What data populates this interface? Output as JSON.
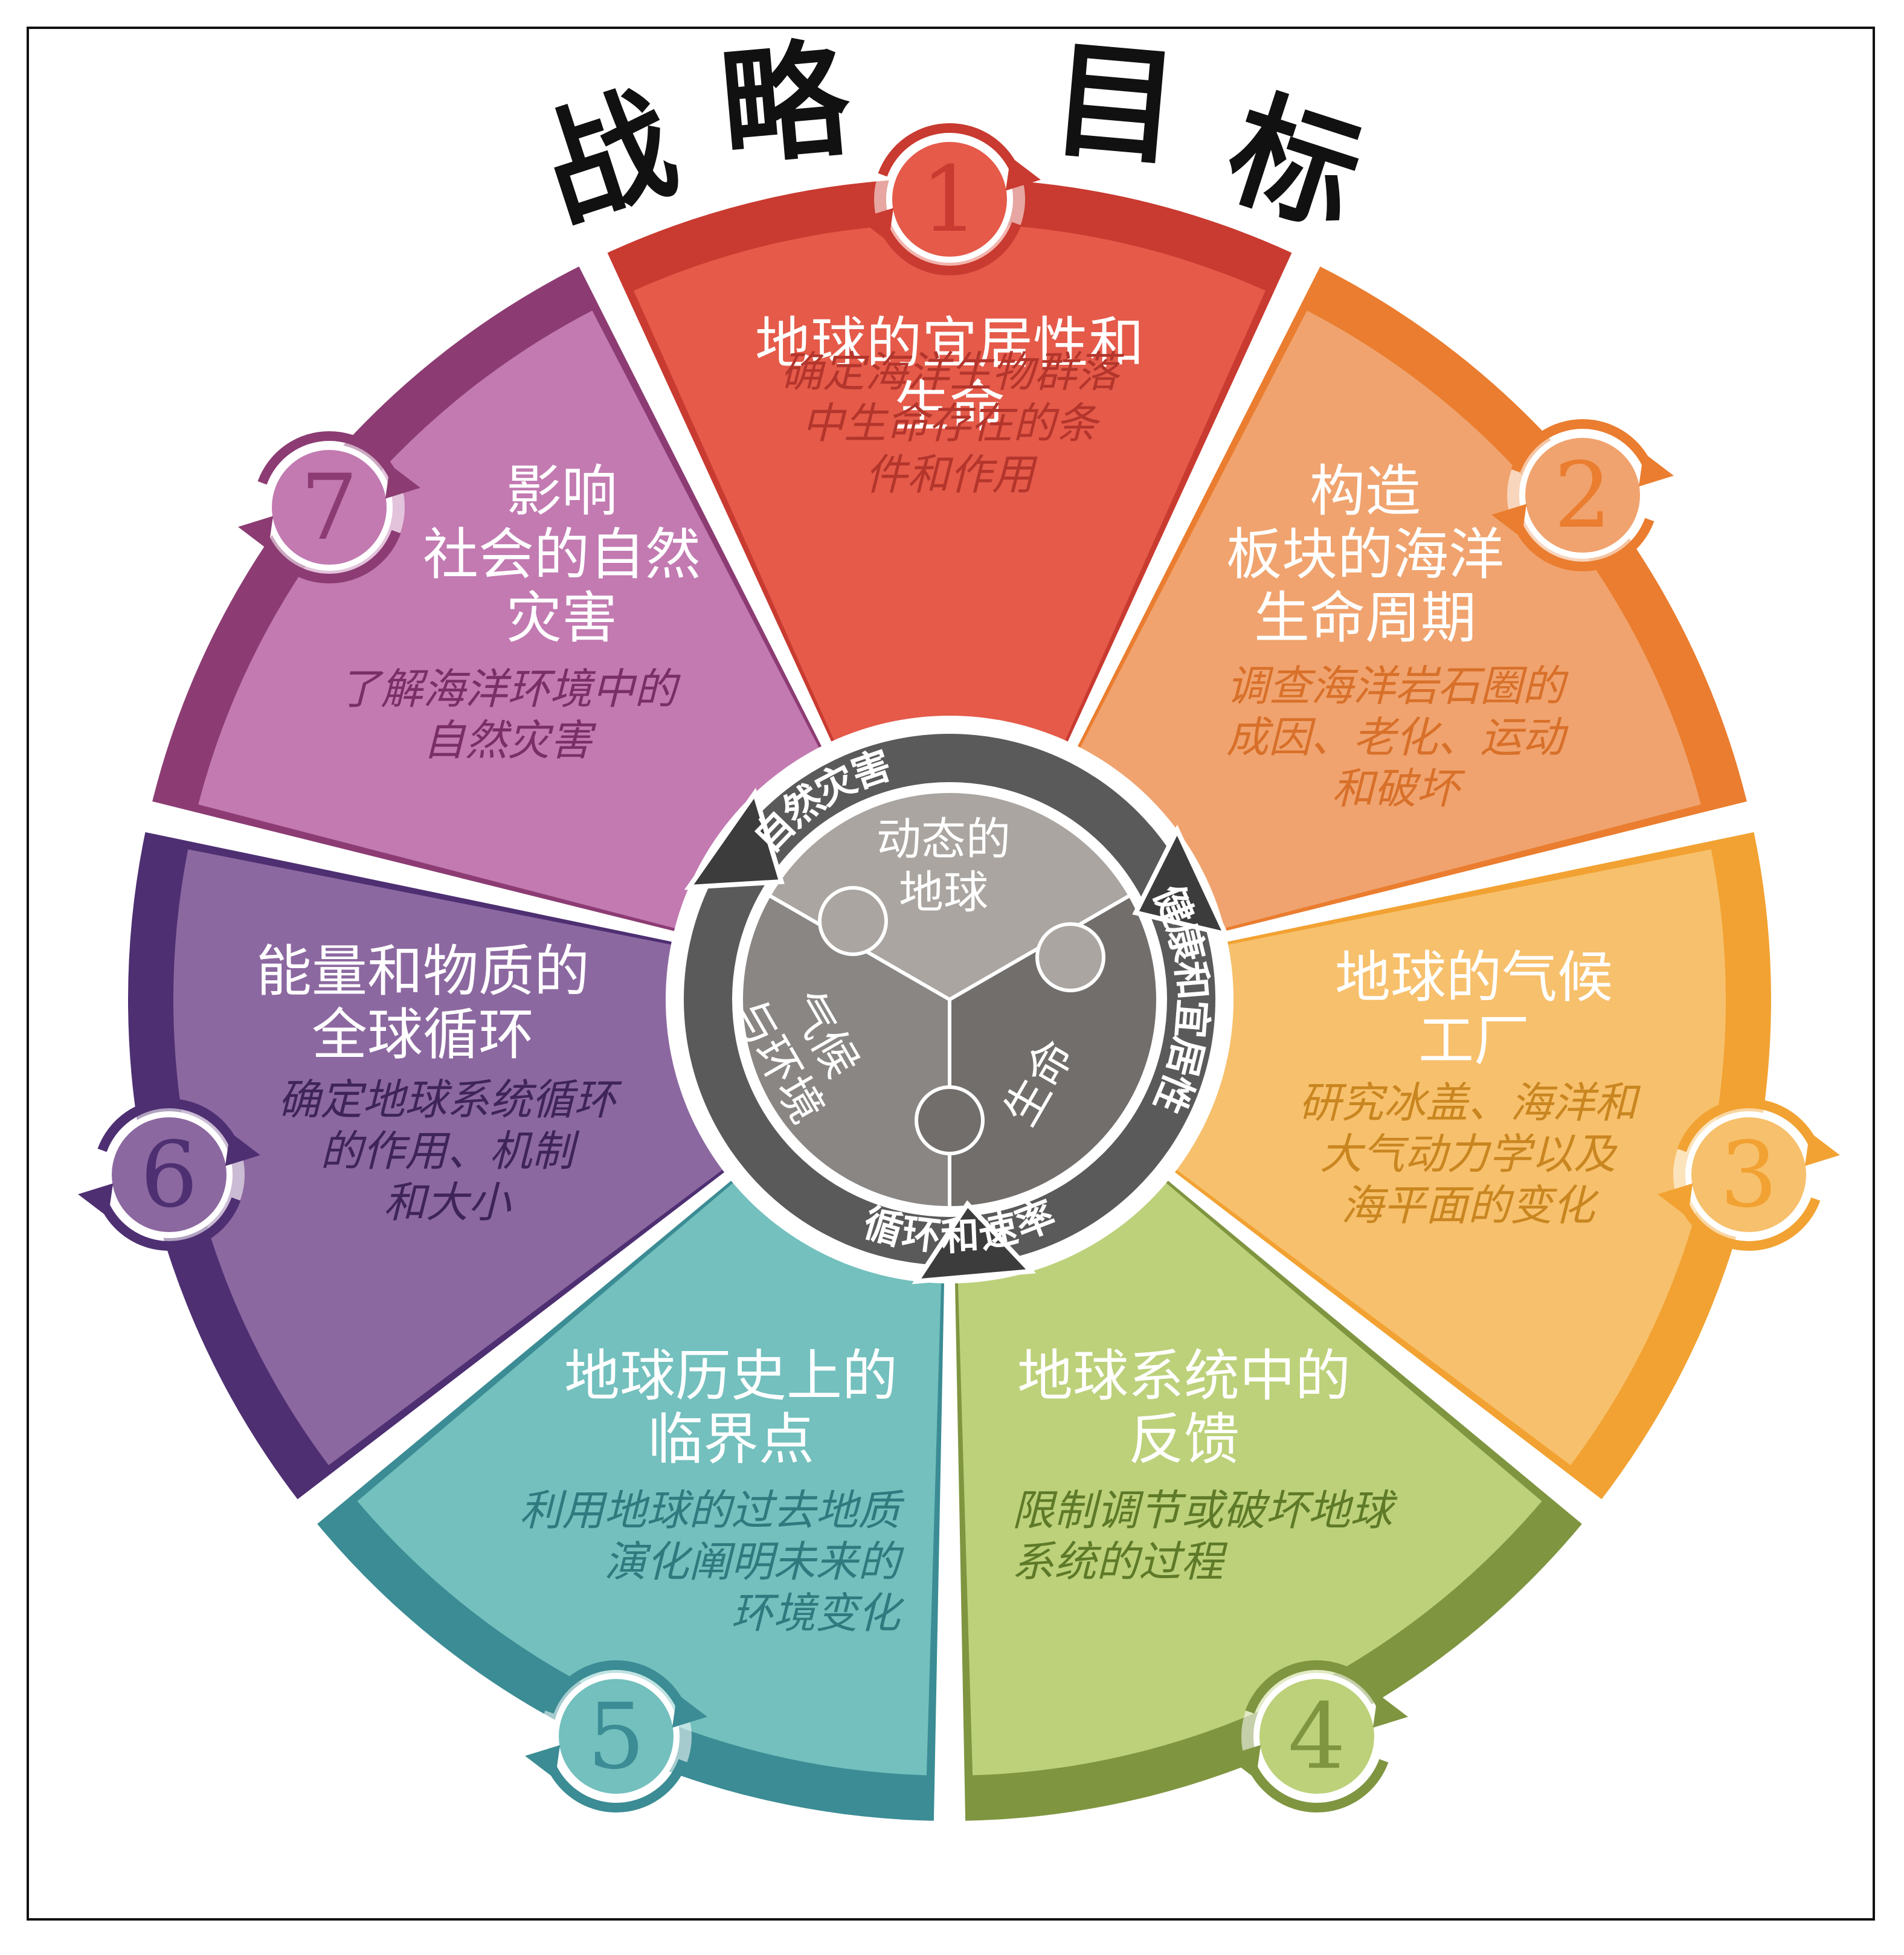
{
  "title": [
    "战",
    "略",
    "目",
    "标"
  ],
  "goals": [
    {
      "number": "1",
      "title": [
        "地球的宜居性和",
        "生命"
      ],
      "desc": [
        "确定海洋生物群落",
        "中生命存在的条",
        "件和作用"
      ],
      "color": "#e55a49",
      "dark": "#c93a30",
      "desc_color": "#b3352c"
    },
    {
      "number": "2",
      "title": [
        "构造",
        "板块的海洋",
        "生命周期"
      ],
      "desc": [
        "调查海洋岩石圈的",
        "成因、老化、运动",
        "和破坏"
      ],
      "color": "#f0a36e",
      "dark": "#ea7d2f",
      "desc_color": "#d8702a"
    },
    {
      "number": "3",
      "title": [
        "地球的气候",
        "工厂"
      ],
      "desc": [
        "研究冰盖、海洋和",
        "大气动力学以及",
        "海平面的变化"
      ],
      "color": "#f7c06c",
      "dark": "#f2a232",
      "desc_color": "#c98620"
    },
    {
      "number": "4",
      "title": [
        "地球系统中的",
        "反馈"
      ],
      "desc": [
        "限制调节或破坏地球",
        "系统的过程"
      ],
      "color": "#bcd17a",
      "dark": "#7f9540",
      "desc_color": "#5e7a28"
    },
    {
      "number": "5",
      "title": [
        "地球历史上的",
        "临界点"
      ],
      "desc": [
        "利用地球的过去地质",
        "演化阐明未来的",
        "环境变化"
      ],
      "color": "#73c0be",
      "dark": "#3b8c94",
      "desc_color": "#2e7a7e"
    },
    {
      "number": "6",
      "title": [
        "能量和物质的",
        "全球循环"
      ],
      "desc": [
        "确定地球系统循环",
        "的作用、机制",
        "和大小"
      ],
      "color": "#8c68a0",
      "dark": "#4e2f72",
      "desc_color": "#3e2458"
    },
    {
      "number": "7",
      "title": [
        "影响",
        "社会的自然",
        "灾害"
      ],
      "desc": [
        "了解海洋环境中的",
        "自然灾害"
      ],
      "color": "#c27ab1",
      "dark": "#8c3c73",
      "desc_color": "#7a2e66"
    }
  ],
  "hub": {
    "pieces": [
      [
        "动态的",
        "地球"
      ],
      [
        "气候",
        "与环境"
      ],
      [
        "生命"
      ]
    ],
    "ring_labels": [
      "自然灾害",
      "健康和宜居性",
      "循环和速率"
    ]
  }
}
